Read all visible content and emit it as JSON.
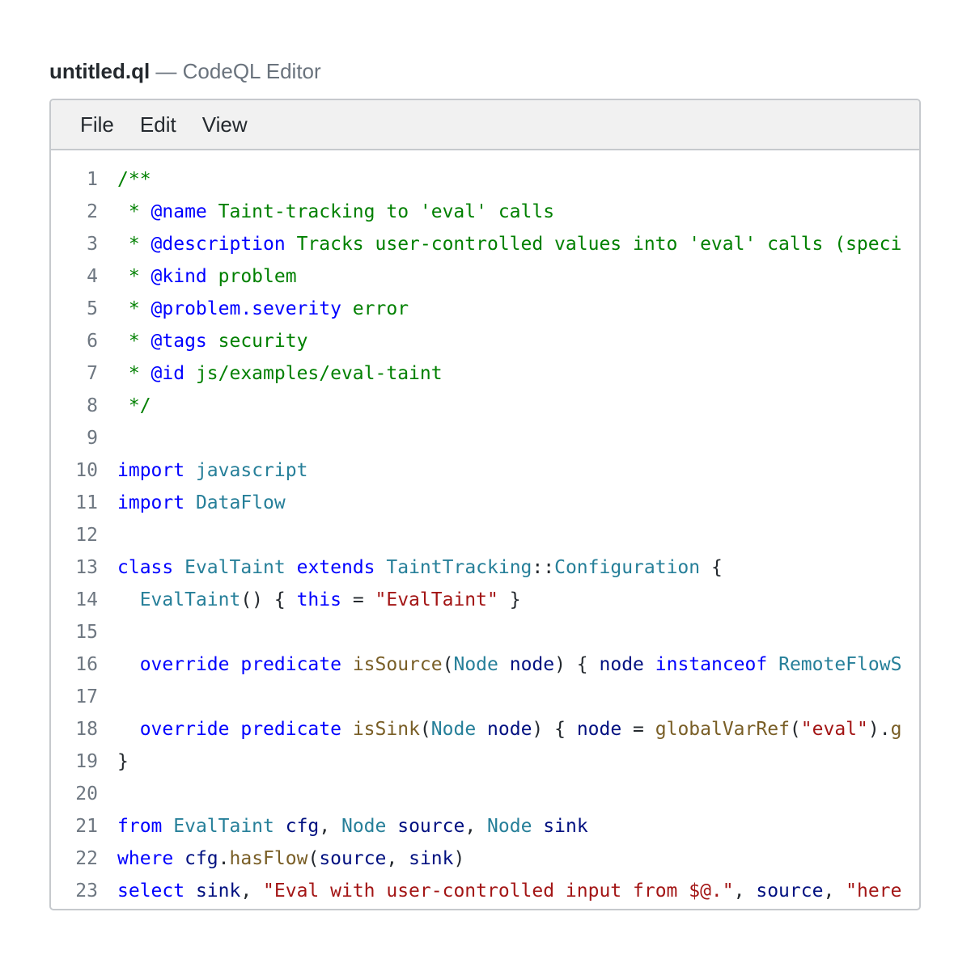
{
  "window": {
    "filename": "untitled.ql",
    "separator": " — ",
    "app_name": "CodeQL Editor"
  },
  "menu": [
    "File",
    "Edit",
    "View"
  ],
  "code_lines": [
    [
      [
        "/**",
        "comment"
      ]
    ],
    [
      [
        " * ",
        "comment"
      ],
      [
        "@name",
        "doctag"
      ],
      [
        " Taint-tracking to 'eval' calls",
        "comment"
      ]
    ],
    [
      [
        " * ",
        "comment"
      ],
      [
        "@description",
        "doctag"
      ],
      [
        " Tracks user-controlled values into 'eval' calls (speci",
        "comment"
      ]
    ],
    [
      [
        " * ",
        "comment"
      ],
      [
        "@kind",
        "doctag"
      ],
      [
        " problem",
        "comment"
      ]
    ],
    [
      [
        " * ",
        "comment"
      ],
      [
        "@problem.severity",
        "doctag"
      ],
      [
        " error",
        "comment"
      ]
    ],
    [
      [
        " * ",
        "comment"
      ],
      [
        "@tags",
        "doctag"
      ],
      [
        " security",
        "comment"
      ]
    ],
    [
      [
        " * ",
        "comment"
      ],
      [
        "@id",
        "doctag"
      ],
      [
        " js/examples/eval-taint",
        "comment"
      ]
    ],
    [
      [
        " */",
        "comment"
      ]
    ],
    [],
    [
      [
        "import",
        "kw"
      ],
      [
        " ",
        "punc"
      ],
      [
        "javascript",
        "type"
      ]
    ],
    [
      [
        "import",
        "kw"
      ],
      [
        " ",
        "punc"
      ],
      [
        "DataFlow",
        "type"
      ]
    ],
    [],
    [
      [
        "class",
        "kw"
      ],
      [
        " ",
        "punc"
      ],
      [
        "EvalTaint",
        "type"
      ],
      [
        " ",
        "punc"
      ],
      [
        "extends",
        "kw"
      ],
      [
        " ",
        "punc"
      ],
      [
        "TaintTracking",
        "type"
      ],
      [
        "::",
        "punc"
      ],
      [
        "Configuration",
        "type"
      ],
      [
        " {",
        "punc"
      ]
    ],
    [
      [
        "  ",
        "punc"
      ],
      [
        "EvalTaint",
        "type"
      ],
      [
        "() { ",
        "punc"
      ],
      [
        "this",
        "kw"
      ],
      [
        " = ",
        "punc"
      ],
      [
        "\"EvalTaint\"",
        "str"
      ],
      [
        " }",
        "punc"
      ]
    ],
    [],
    [
      [
        "  ",
        "punc"
      ],
      [
        "override",
        "kw"
      ],
      [
        " ",
        "punc"
      ],
      [
        "predicate",
        "kw"
      ],
      [
        " ",
        "punc"
      ],
      [
        "isSource",
        "fn"
      ],
      [
        "(",
        "punc"
      ],
      [
        "Node",
        "type"
      ],
      [
        " ",
        "punc"
      ],
      [
        "node",
        "var"
      ],
      [
        ") { ",
        "punc"
      ],
      [
        "node",
        "var"
      ],
      [
        " ",
        "punc"
      ],
      [
        "instanceof",
        "kw"
      ],
      [
        " ",
        "punc"
      ],
      [
        "RemoteFlowS",
        "type"
      ]
    ],
    [],
    [
      [
        "  ",
        "punc"
      ],
      [
        "override",
        "kw"
      ],
      [
        " ",
        "punc"
      ],
      [
        "predicate",
        "kw"
      ],
      [
        " ",
        "punc"
      ],
      [
        "isSink",
        "fn"
      ],
      [
        "(",
        "punc"
      ],
      [
        "Node",
        "type"
      ],
      [
        " ",
        "punc"
      ],
      [
        "node",
        "var"
      ],
      [
        ") { ",
        "punc"
      ],
      [
        "node",
        "var"
      ],
      [
        " = ",
        "punc"
      ],
      [
        "globalVarRef",
        "fn"
      ],
      [
        "(",
        "punc"
      ],
      [
        "\"eval\"",
        "str"
      ],
      [
        ").",
        "punc"
      ],
      [
        "g",
        "fn"
      ]
    ],
    [
      [
        "}",
        "punc"
      ]
    ],
    [],
    [
      [
        "from",
        "kw"
      ],
      [
        " ",
        "punc"
      ],
      [
        "EvalTaint",
        "type"
      ],
      [
        " ",
        "punc"
      ],
      [
        "cfg",
        "var"
      ],
      [
        ", ",
        "punc"
      ],
      [
        "Node",
        "type"
      ],
      [
        " ",
        "punc"
      ],
      [
        "source",
        "var"
      ],
      [
        ", ",
        "punc"
      ],
      [
        "Node",
        "type"
      ],
      [
        " ",
        "punc"
      ],
      [
        "sink",
        "var"
      ]
    ],
    [
      [
        "where",
        "kw"
      ],
      [
        " ",
        "punc"
      ],
      [
        "cfg",
        "var"
      ],
      [
        ".",
        "punc"
      ],
      [
        "hasFlow",
        "fn"
      ],
      [
        "(",
        "punc"
      ],
      [
        "source",
        "var"
      ],
      [
        ", ",
        "punc"
      ],
      [
        "sink",
        "var"
      ],
      [
        ")",
        "punc"
      ]
    ],
    [
      [
        "select",
        "kw"
      ],
      [
        " ",
        "punc"
      ],
      [
        "sink",
        "var"
      ],
      [
        ", ",
        "punc"
      ],
      [
        "\"Eval with user-controlled input from $@.\"",
        "str"
      ],
      [
        ", ",
        "punc"
      ],
      [
        "source",
        "var"
      ],
      [
        ", ",
        "punc"
      ],
      [
        "\"here",
        "str"
      ]
    ]
  ]
}
